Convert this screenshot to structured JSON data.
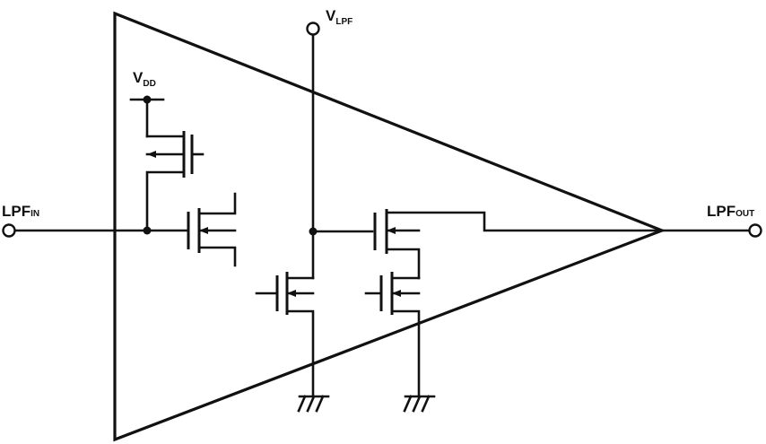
{
  "labels": {
    "input": {
      "main": "LPF",
      "sub": "IN"
    },
    "output": {
      "main": "LPF",
      "sub": "OUT"
    },
    "vlpf": {
      "main": "V",
      "sub": "LPF"
    },
    "vdd": {
      "main": "V",
      "sub": "DD"
    }
  },
  "colors": {
    "line": "#111111",
    "background": "#ffffff"
  }
}
